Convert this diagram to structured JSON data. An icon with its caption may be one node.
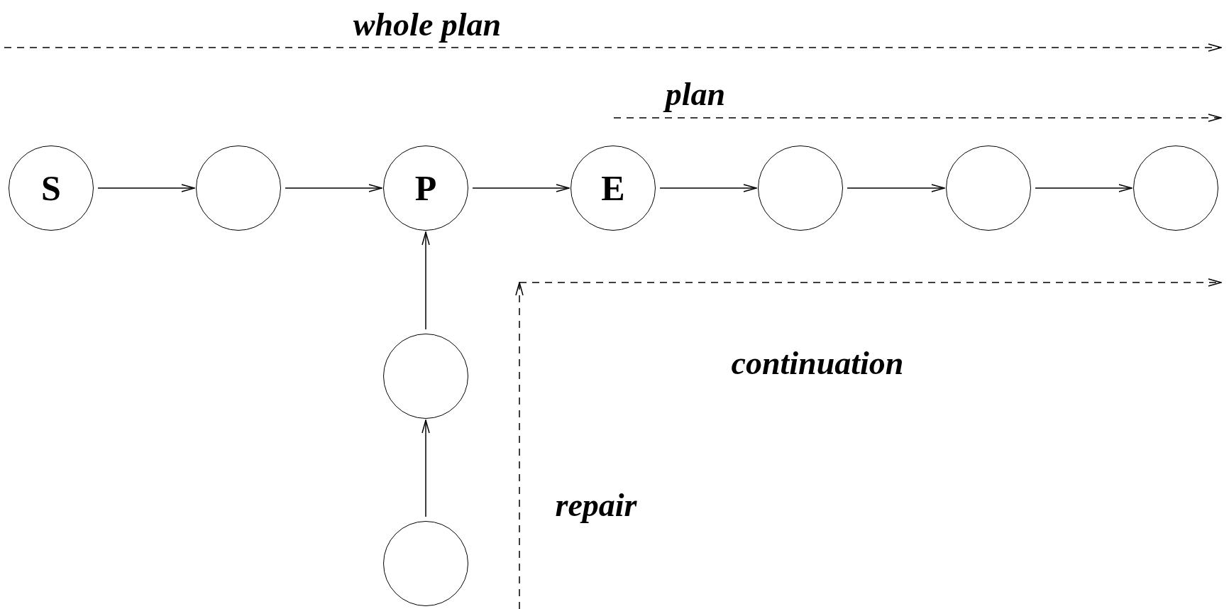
{
  "diagram": {
    "nodes": [
      {
        "text": [
          "S"
        ]
      },
      {
        "text": [],
        "shape": "circle"
      },
      {
        "text": [
          "P"
        ]
      },
      {
        "text": [
          "E"
        ]
      },
      {
        "text": [],
        "shape": "circle"
      },
      {
        "text": [],
        "shape": "circle"
      },
      {
        "text": [],
        "shape": "circle"
      },
      {
        "text": [],
        "shape": "circle"
      },
      {
        "text": [],
        "shape": "circle"
      }
    ],
    "edges": [
      {
        "from": 0,
        "to": 1,
        "arrow": "to"
      },
      {
        "from": 1,
        "to": 2,
        "arrow": "to"
      },
      {
        "from": 2,
        "to": 3,
        "arrow": "to"
      },
      {
        "from": 3,
        "to": 4,
        "arrow": "to"
      },
      {
        "from": 4,
        "to": 5,
        "arrow": "to"
      },
      {
        "from": 5,
        "to": 6,
        "arrow": "to"
      },
      {
        "from": 7,
        "to": 2,
        "arrow": "to"
      },
      {
        "from": 8,
        "to": 7,
        "arrow": "to"
      }
    ],
    "labels": [
      "whole plan",
      "plan",
      "continuation",
      "repair"
    ]
  }
}
